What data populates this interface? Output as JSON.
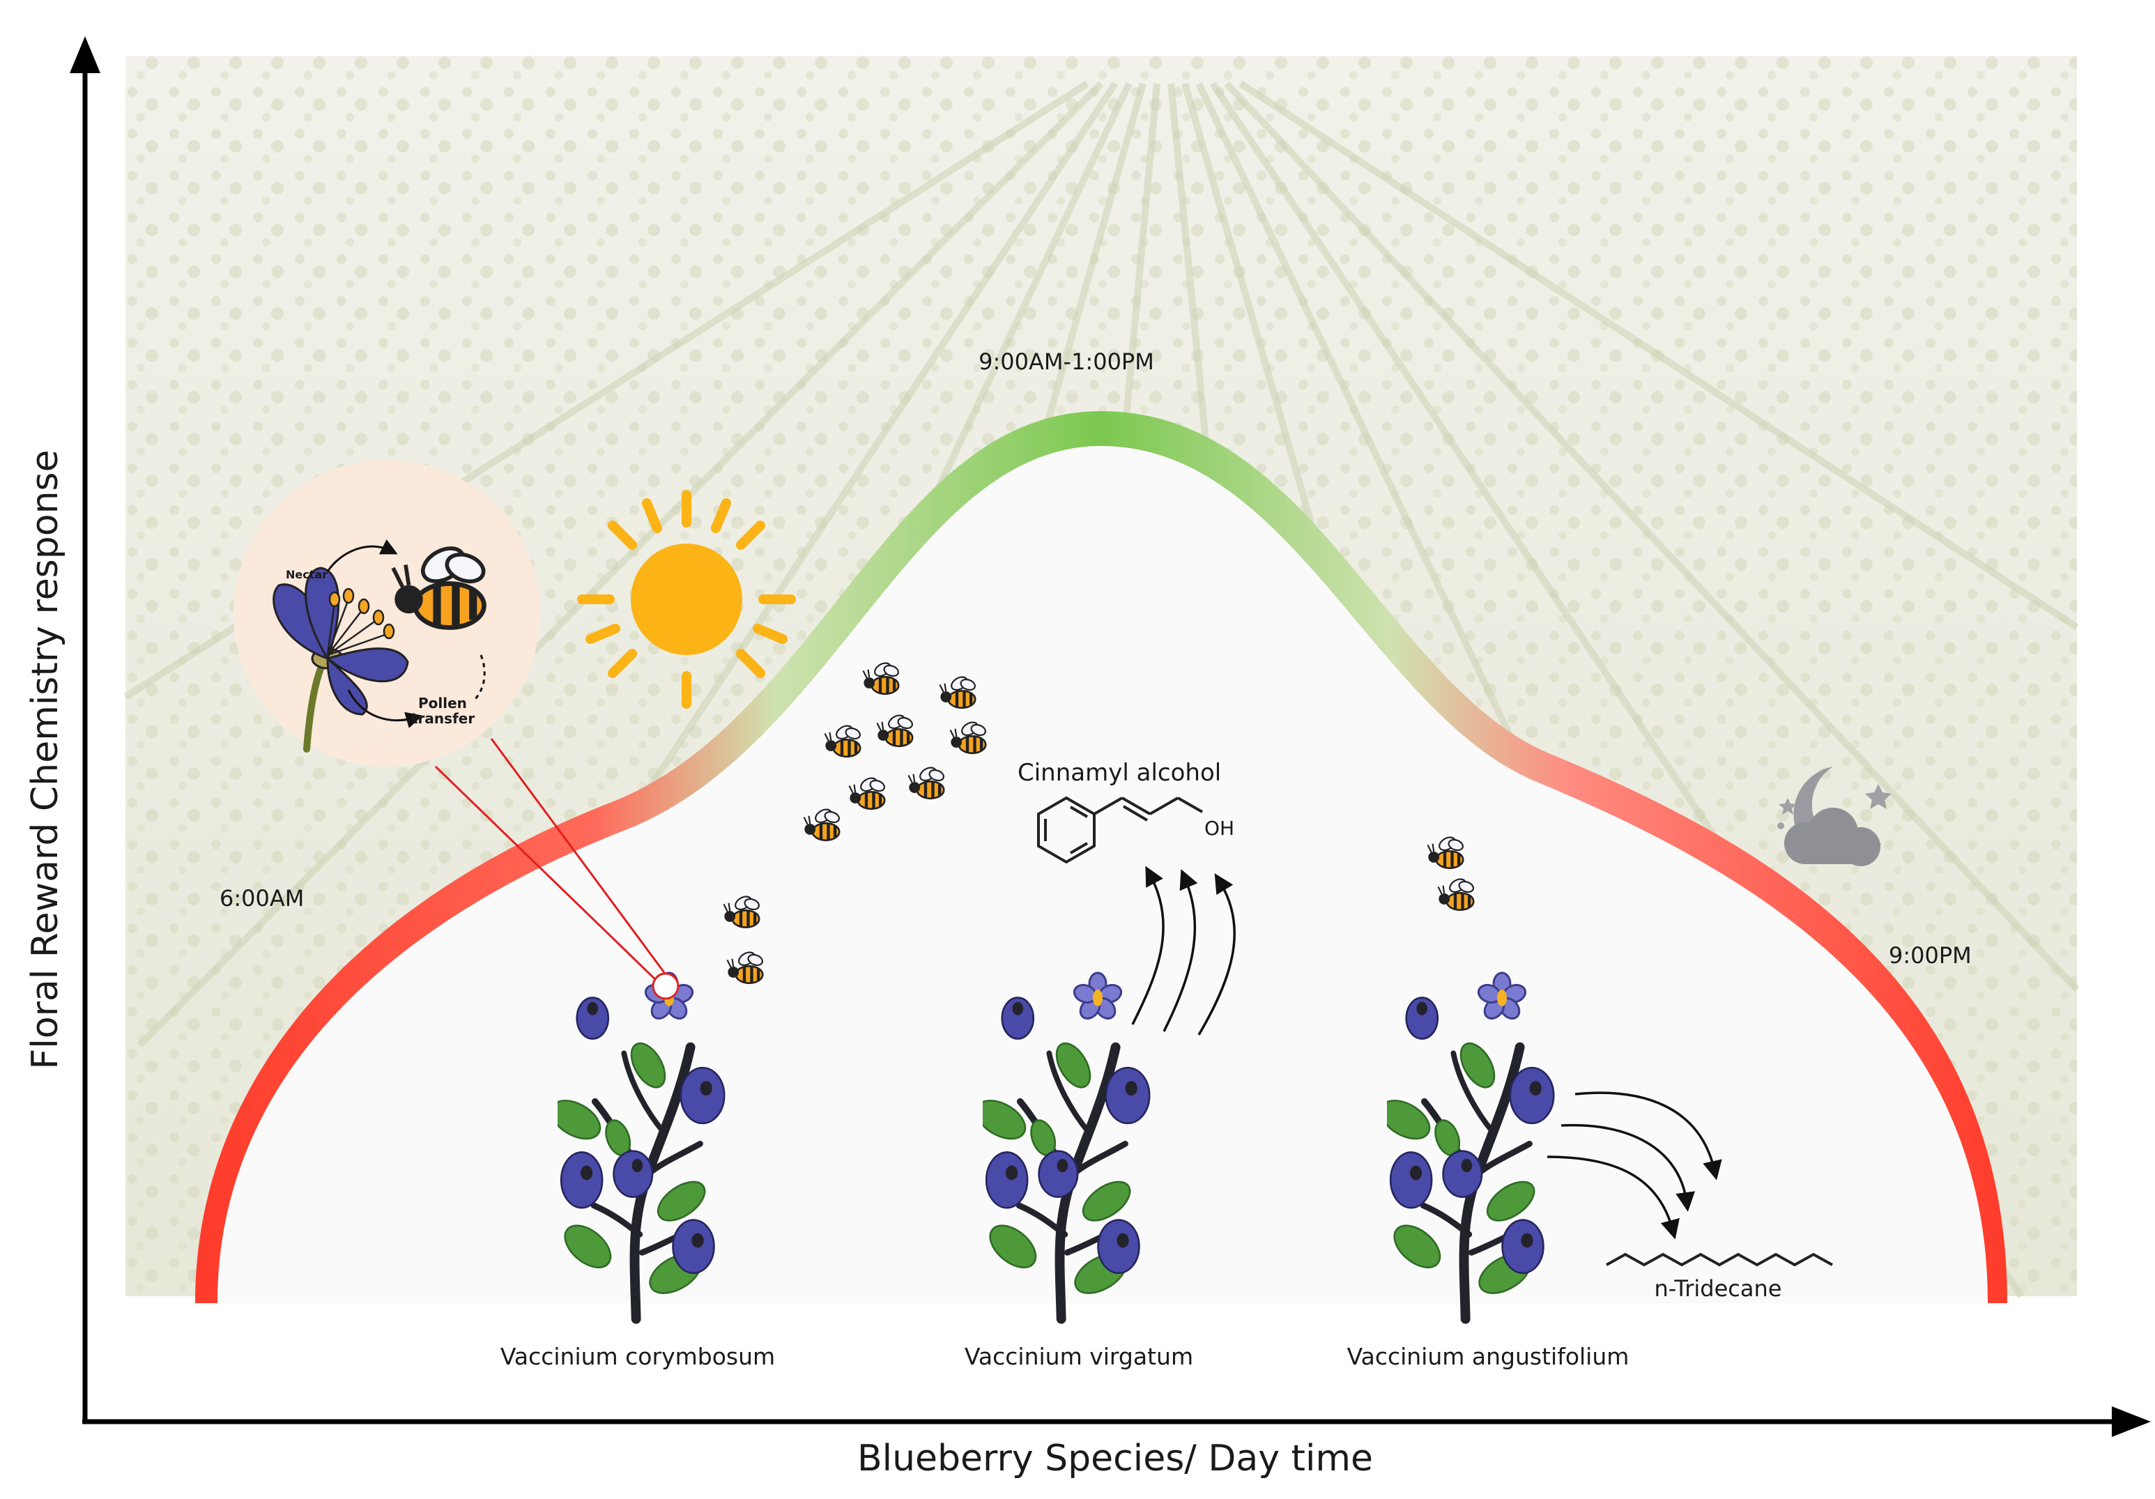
{
  "axes": {
    "y_label": "Floral Reward Chemistry response",
    "x_label": "Blueberry Species/ Day time"
  },
  "times": {
    "morning": "6:00AM",
    "peak": "9:00AM-1:00PM",
    "evening": "9:00PM"
  },
  "compounds": {
    "attractant": "Cinnamyl alcohol",
    "attractant_group": "OH",
    "repellent": "n-Tridecane"
  },
  "species": [
    {
      "name": "Vaccinium corymbosum"
    },
    {
      "name": "Vaccinium virgatum"
    },
    {
      "name": "Vaccinium angustifolium"
    }
  ],
  "inset": {
    "nectar_label": "Nectar",
    "pollen_line1": "Pollen",
    "pollen_line2": "transfer"
  },
  "icons": [
    "sun-icon",
    "moon-cloud-icon",
    "bee-icon",
    "flower-icon",
    "blueberry-branch-icon"
  ],
  "colors": {
    "curve_low": "#ff3b2a",
    "curve_high": "#7cc850",
    "berry": "#4a4aa8",
    "leaf": "#4e9a3a",
    "sun": "#fbb316",
    "inset_bg": "#fbe9dc",
    "inset_flower": "#4a4aa8"
  }
}
